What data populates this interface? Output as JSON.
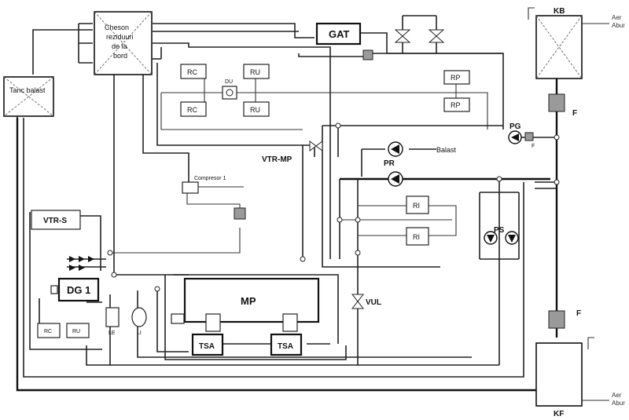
{
  "components": {
    "tanc_balast": "Tanc balast",
    "cheson": [
      "Cheson",
      "reziduuri",
      "de la",
      "bord"
    ],
    "gat": "GAT",
    "kb": "KB",
    "kf": "KF",
    "rc": "RC",
    "ru": "RU",
    "rp": "RP",
    "du": "DU",
    "pg": "PG",
    "pr": "PR",
    "balast": "Balast",
    "ri": "RI",
    "ps": "PS",
    "vtr_mp": "VTR-MP",
    "compresor": "Compresor 1",
    "vtr_s": "VTR-S",
    "dg1": "DG 1",
    "mp": "MP",
    "tsa": "TSA",
    "vul": "VUL",
    "le": "LE",
    "li": "LI",
    "f": "F",
    "aer": "Aer",
    "abur": "Abur"
  }
}
